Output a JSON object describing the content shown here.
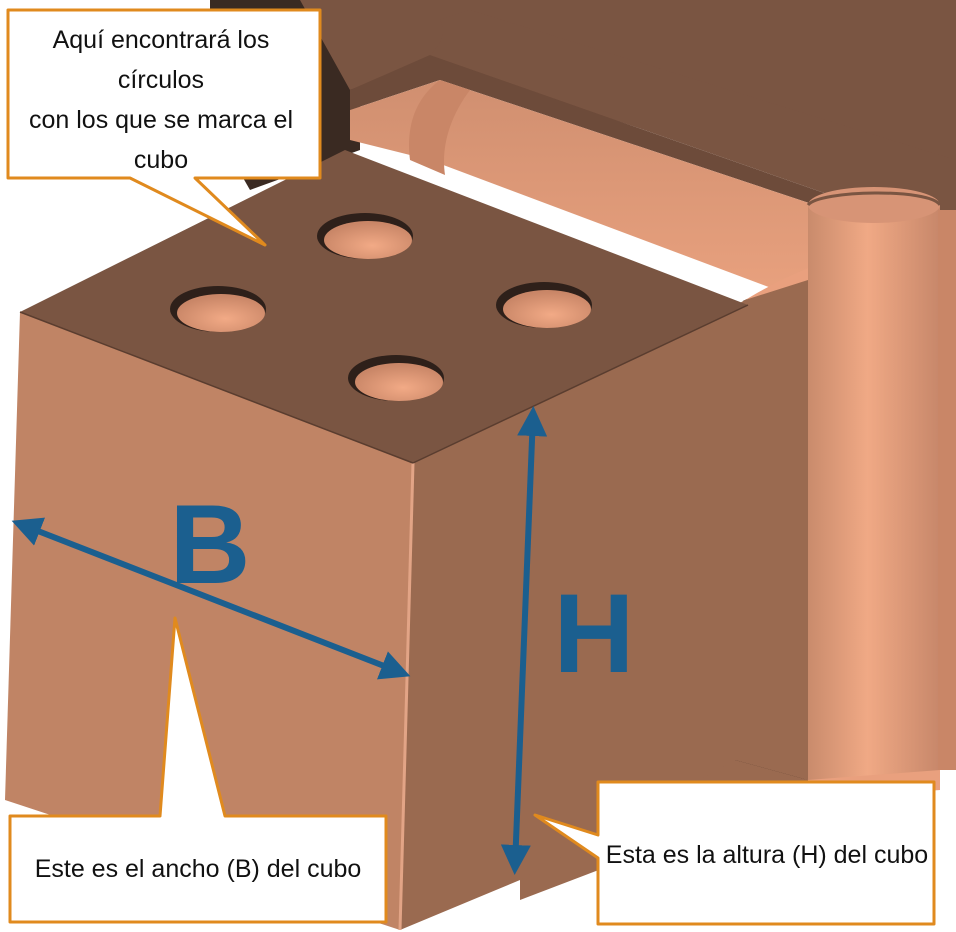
{
  "labels": {
    "width_letter": "B",
    "height_letter": "H"
  },
  "callouts": {
    "top_line1": "Aquí encontrará los círculos",
    "top_line2": "con los que se marca el",
    "top_line3": "cubo",
    "width": "Este es el ancho (B) del cubo",
    "height": "Esta es la altura (H) del cubo"
  },
  "colors": {
    "arrow": "#1b5f8f",
    "callout_border": "#e08a1e",
    "top_face": "#7a5542",
    "left_face": "#c08465",
    "right_face": "#9a6a50",
    "copper_light": "#e9a07e",
    "shadow": "#3a2a22"
  }
}
